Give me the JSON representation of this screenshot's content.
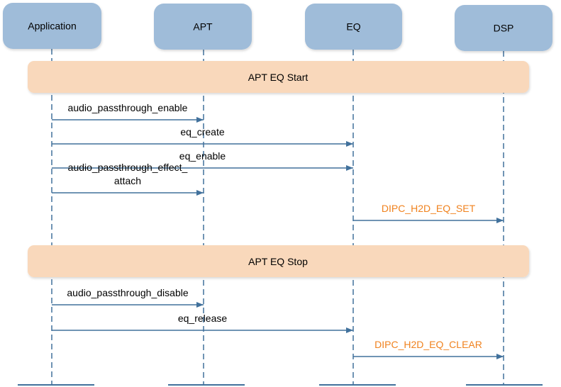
{
  "participants": [
    {
      "id": "app",
      "label": "Application"
    },
    {
      "id": "apt",
      "label": "APT"
    },
    {
      "id": "eq",
      "label": "EQ"
    },
    {
      "id": "dsp",
      "label": "DSP"
    }
  ],
  "phases": [
    {
      "label": "APT EQ Start"
    },
    {
      "label": "APT EQ Stop"
    }
  ],
  "messages": [
    {
      "from": "app",
      "to": "apt",
      "label": [
        "audio_passthrough_enable"
      ],
      "highlight": false
    },
    {
      "from": "app",
      "to": "eq",
      "label": [
        "eq_create"
      ],
      "highlight": false
    },
    {
      "from": "app",
      "to": "eq",
      "label": [
        "eq_enable"
      ],
      "highlight": false
    },
    {
      "from": "app",
      "to": "apt",
      "label": [
        "audio_passthrough_effect_",
        "attach"
      ],
      "highlight": false
    },
    {
      "from": "eq",
      "to": "dsp",
      "label": [
        "DIPC_H2D_EQ_SET"
      ],
      "highlight": true
    },
    {
      "from": "app",
      "to": "apt",
      "label": [
        "audio_passthrough_disable"
      ],
      "highlight": false
    },
    {
      "from": "app",
      "to": "eq",
      "label": [
        "eq_release"
      ],
      "highlight": false
    },
    {
      "from": "eq",
      "to": "dsp",
      "label": [
        "DIPC_H2D_EQ_CLEAR"
      ],
      "highlight": true
    }
  ],
  "colors": {
    "box": "#9fbcd9",
    "line": "#41719c",
    "band": "#f9d8bb",
    "highlight": "#f0821e",
    "text": "#000000"
  }
}
